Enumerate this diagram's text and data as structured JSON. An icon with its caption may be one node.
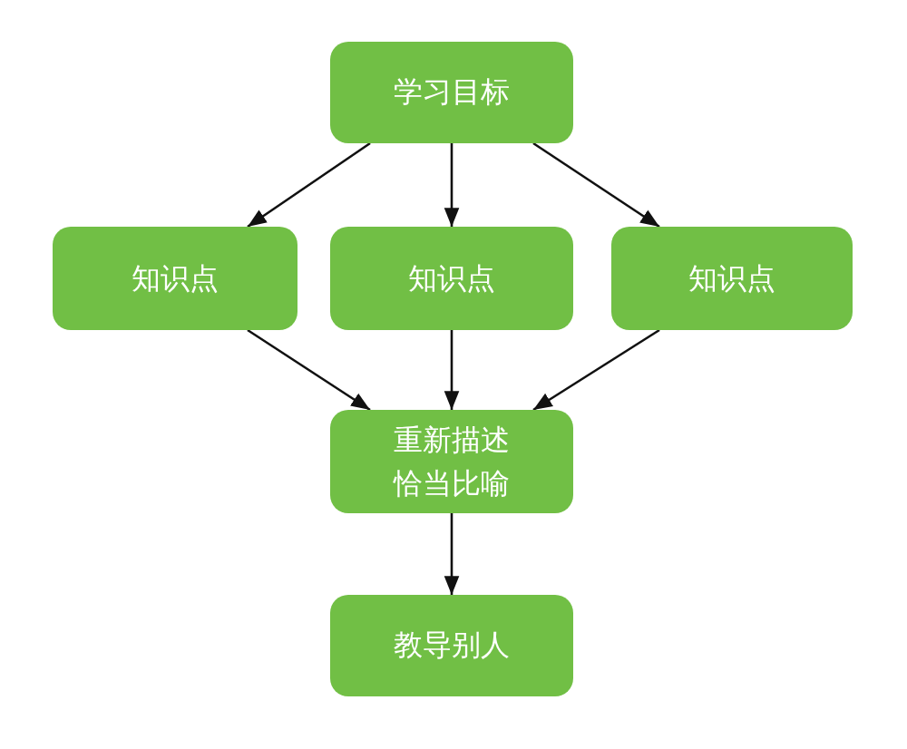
{
  "diagram": {
    "nodes": [
      {
        "text": [
          "学习目标"
        ]
      },
      {
        "text": [
          "知识点"
        ]
      },
      {
        "text": [
          "知识点"
        ]
      },
      {
        "text": [
          "知识点"
        ]
      },
      {
        "text": [
          "重新描述恰当比喻"
        ]
      },
      {
        "text": [
          "教导别人"
        ]
      }
    ],
    "edges": [
      {
        "from": 0,
        "to": 1,
        "arrow": "to"
      },
      {
        "from": 0,
        "to": 2,
        "arrow": "to"
      },
      {
        "from": 0,
        "to": 3,
        "arrow": "to"
      },
      {
        "from": 1,
        "to": 4,
        "arrow": "to"
      },
      {
        "from": 2,
        "to": 4,
        "arrow": "to"
      },
      {
        "from": 3,
        "to": 4,
        "arrow": "to"
      },
      {
        "from": 4,
        "to": 5,
        "arrow": "to"
      }
    ]
  }
}
